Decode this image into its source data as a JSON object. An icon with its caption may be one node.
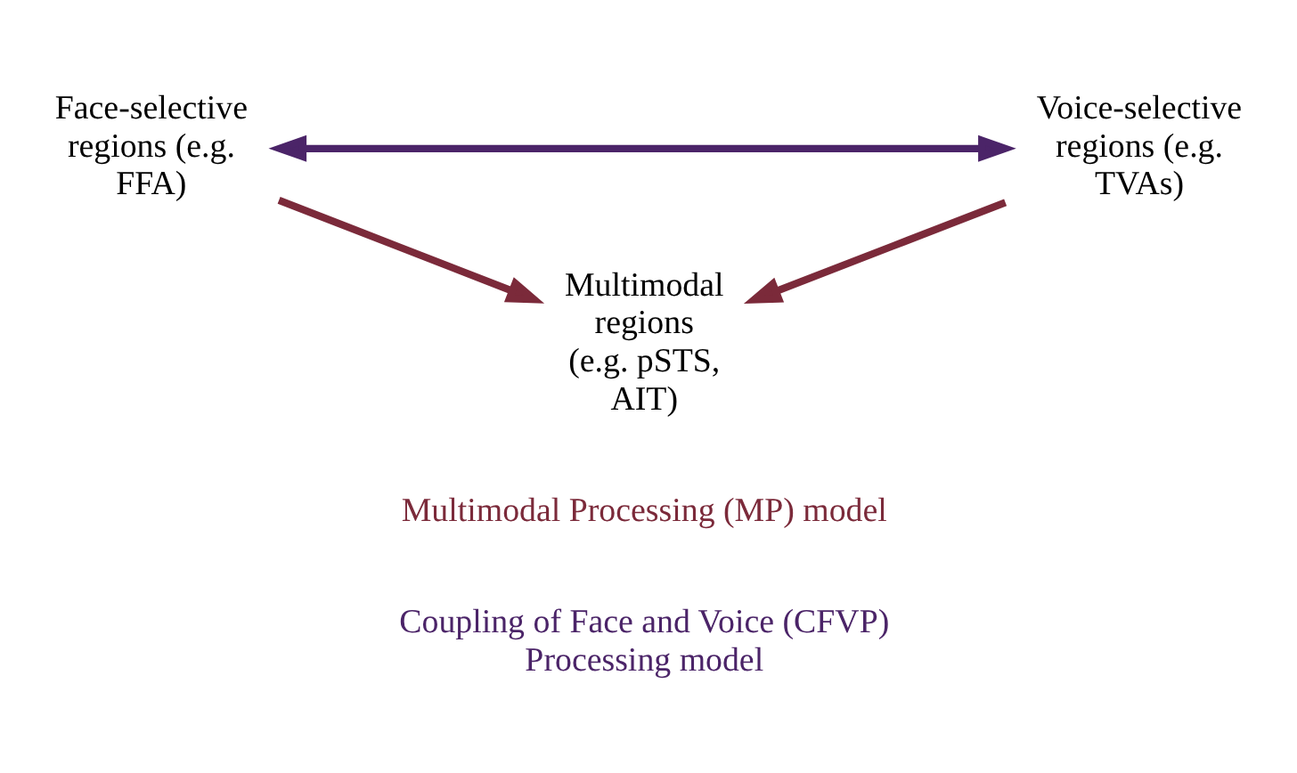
{
  "diagram": {
    "nodes": [
      {
        "text": [
          "Face-selective regions (e.g. FFA)"
        ]
      },
      {
        "text": [
          "Voice-selective regions (e.g. TVAs)"
        ]
      },
      {
        "text": [
          "Multimodal regions (e.g. pSTS, AIT)"
        ]
      }
    ],
    "edges": [
      {
        "from": 0,
        "to": 1,
        "arrow": "both",
        "color": "#4b2468"
      },
      {
        "from": 0,
        "to": 2,
        "arrow": "to"
      },
      {
        "from": 1,
        "to": 2,
        "arrow": "to"
      }
    ],
    "labels": [
      "Multimodal Processing (MP) model",
      "Coupling of Face and Voice (CFVP) Processing model"
    ]
  }
}
